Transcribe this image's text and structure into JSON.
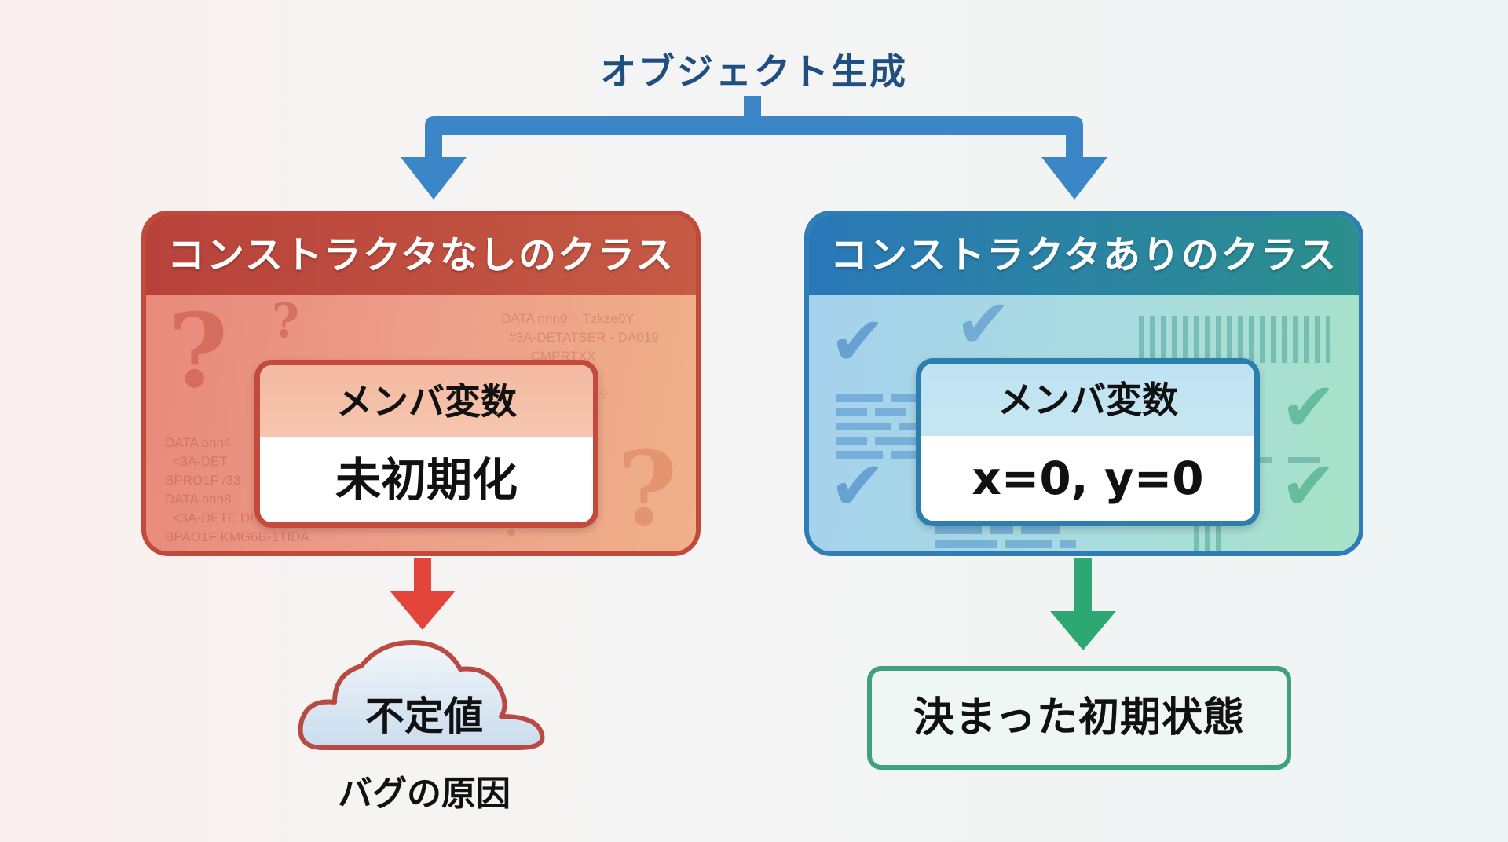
{
  "title": "オブジェクト生成",
  "left_panel": {
    "header": "コンストラクタなしのクラス",
    "card_label": "メンバ変数",
    "card_value": "未初期化",
    "decor_code_right": "DATA nnn0 = Tzkze0Y\n  #3A-DETATSER - DA019\n        CMPRTXX\n        OLL\n        aB+ - DA019\n        OMPRTXX",
    "decor_code_left": "DATA onn4\n  <3A-DET\nBPRO1F /33\nDATA onn8\n  <3A-DETE DHX - DA019\nBPAO1F KMG6B-1TIDA",
    "result_label": "不定値",
    "result_sub": "バグの原因",
    "colors": {
      "border": "#c04a3c",
      "arrow": "#e4453a"
    }
  },
  "right_panel": {
    "header": "コンストラクタありのクラス",
    "card_label": "メンバ変数",
    "card_value": "x=0, y=0",
    "result_label": "決まった初期状態",
    "colors": {
      "border": "#2e7db5",
      "arrow": "#2ea872"
    }
  },
  "connector_color": "#3b86c6"
}
